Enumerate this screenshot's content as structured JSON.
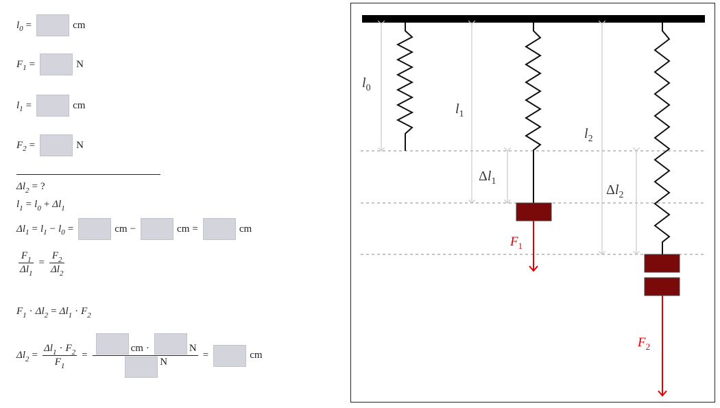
{
  "given": {
    "l0": {
      "sym": "l",
      "sub": "0",
      "unit": "cm",
      "value": ""
    },
    "F1": {
      "sym": "F",
      "sub": "1",
      "unit": "N",
      "value": ""
    },
    "l1": {
      "sym": "l",
      "sub": "1",
      "unit": "cm",
      "value": ""
    },
    "F2": {
      "sym": "F",
      "sub": "2",
      "unit": "N",
      "value": ""
    }
  },
  "eq": "=",
  "minus": "−",
  "plus": "+",
  "dot": "·",
  "question": "?",
  "delta": "Δ",
  "units": {
    "cm": "cm",
    "N": "N"
  },
  "diagram": {
    "labels": {
      "l0": "l0",
      "l1": "l1",
      "l2": "l2",
      "dl1": "Δl1",
      "dl2": "Δl2",
      "F1": "F1",
      "F2": "F2"
    },
    "colors": {
      "ceiling": "#000000",
      "spring": "#111111",
      "dim": "#c8c8c8",
      "dashed": "#888888",
      "weight": "#7a0a0a",
      "force": "#e00000"
    }
  }
}
